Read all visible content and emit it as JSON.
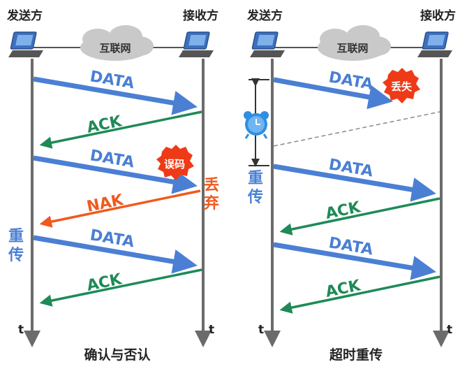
{
  "left_panel": {
    "sender": "发送方",
    "receiver": "接收方",
    "network": "互联网",
    "time_left": "t",
    "time_right": "t",
    "caption": "确认与否认",
    "messages": [
      {
        "label": "DATA",
        "direction": "right",
        "color": "#4a7fd4"
      },
      {
        "label": "ACK",
        "direction": "left",
        "color": "#1e8a57"
      },
      {
        "label": "DATA",
        "direction": "right",
        "color": "#4a7fd4"
      },
      {
        "label": "NAK",
        "direction": "left",
        "color": "#ef5a1e"
      },
      {
        "label": "DATA",
        "direction": "right",
        "color": "#4a7fd4"
      },
      {
        "label": "ACK",
        "direction": "left",
        "color": "#1e8a57"
      }
    ],
    "error_badge": "误码",
    "discard_line1": "丢",
    "discard_line2": "弃",
    "resend_line1": "重",
    "resend_line2": "传"
  },
  "right_panel": {
    "sender": "发送方",
    "receiver": "接收方",
    "network": "互联网",
    "time_left": "t",
    "time_right": "t",
    "caption": "超时重传",
    "messages": [
      {
        "label": "DATA",
        "direction": "right",
        "color": "#4a7fd4"
      },
      {
        "label": "DATA",
        "direction": "right",
        "color": "#4a7fd4"
      },
      {
        "label": "ACK",
        "direction": "left",
        "color": "#1e8a57"
      },
      {
        "label": "DATA",
        "direction": "right",
        "color": "#4a7fd4"
      },
      {
        "label": "ACK",
        "direction": "left",
        "color": "#1e8a57"
      }
    ],
    "lost_badge": "丢失",
    "resend_line1": "重",
    "resend_line2": "传"
  },
  "colors": {
    "timeline": "#6b6b6b",
    "data": "#4a7fd4",
    "ack": "#1e8a57",
    "nak": "#ef5a1e",
    "badge": "#ef3a17",
    "clock": "#2f8fe0"
  }
}
